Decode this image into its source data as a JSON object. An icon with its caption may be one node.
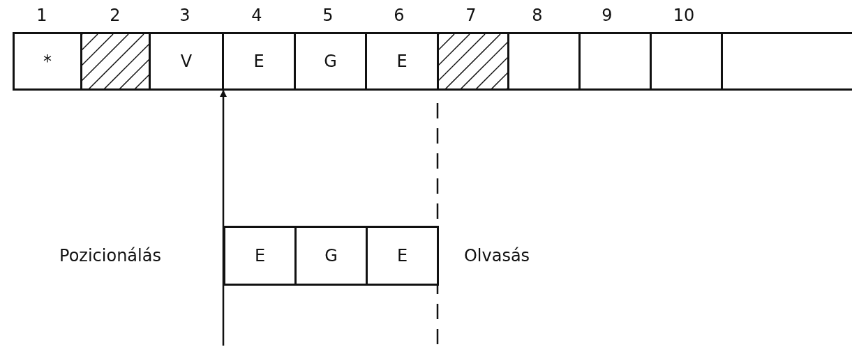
{
  "diagram": {
    "nodes": [
      {
        "text": [
          "*"
        ]
      },
      {
        "text": [],
        "shape": "box"
      },
      {
        "text": [
          "V"
        ]
      },
      {
        "text": [
          "E"
        ]
      },
      {
        "text": [
          "G"
        ]
      },
      {
        "text": [
          "E"
        ]
      },
      {
        "text": [],
        "shape": "box"
      },
      {
        "text": [],
        "shape": "box"
      },
      {
        "text": [],
        "shape": "box"
      },
      {
        "text": [],
        "shape": "box"
      },
      {
        "text": [],
        "shape": "box"
      },
      {
        "text": [
          "E"
        ]
      },
      {
        "text": [
          "G"
        ]
      },
      {
        "text": [
          "E"
        ]
      }
    ],
    "edges": [
      {
        "from": null,
        "to": 3,
        "arrow": "to"
      }
    ],
    "labels": [
      "1",
      "2",
      "3",
      "4",
      "5",
      "6",
      "7",
      "8",
      "9",
      "10",
      "Pozicionálás",
      "Olvasás"
    ]
  }
}
